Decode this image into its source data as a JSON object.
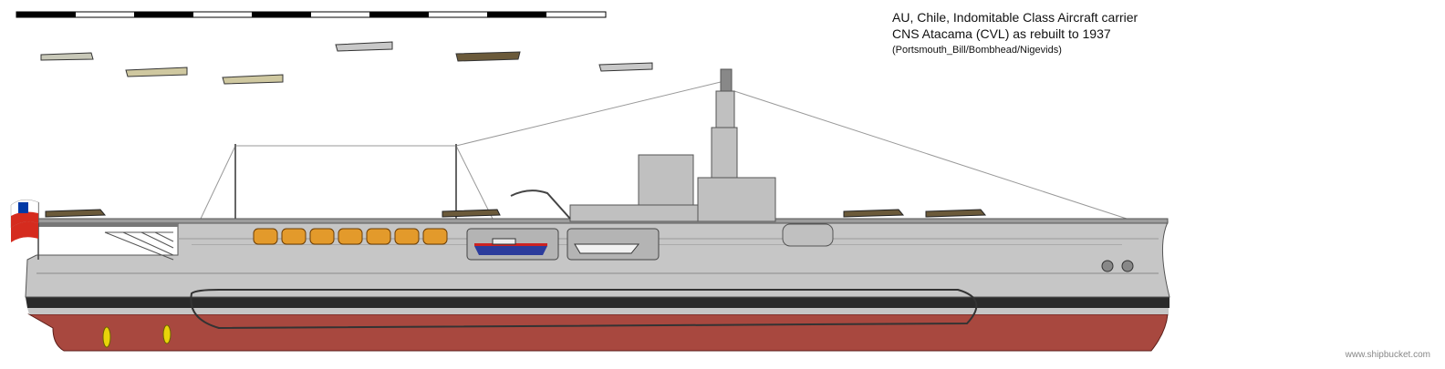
{
  "title": {
    "line1": "AU, Chile, Indomitable Class Aircraft carrier",
    "line2": "CNS Atacama (CVL) as rebuilt to 1937",
    "credits": "(Portsmouth_Bill/Bombhead/Nigevids)"
  },
  "watermark": "www.shipbucket.com",
  "colors": {
    "hull_upper": "#c6c6c6",
    "hull_lower": "#a8483f",
    "boot_top": "#2a2a2a",
    "deck_line": "#8a8a8a",
    "boats": "#e39a2b",
    "launch_hull": "#2c3c9c",
    "launch_stripe": "#cc2222",
    "propeller": "#e8d40a",
    "flag_red": "#d52b1e",
    "flag_blue": "#0039a6"
  },
  "icons": {
    "ship": "aircraft-carrier-profile",
    "aircraft": "biplane-icon",
    "monoplane": "monoplane-icon",
    "flag": "chile-flag-icon",
    "scale": "scale-bar"
  }
}
